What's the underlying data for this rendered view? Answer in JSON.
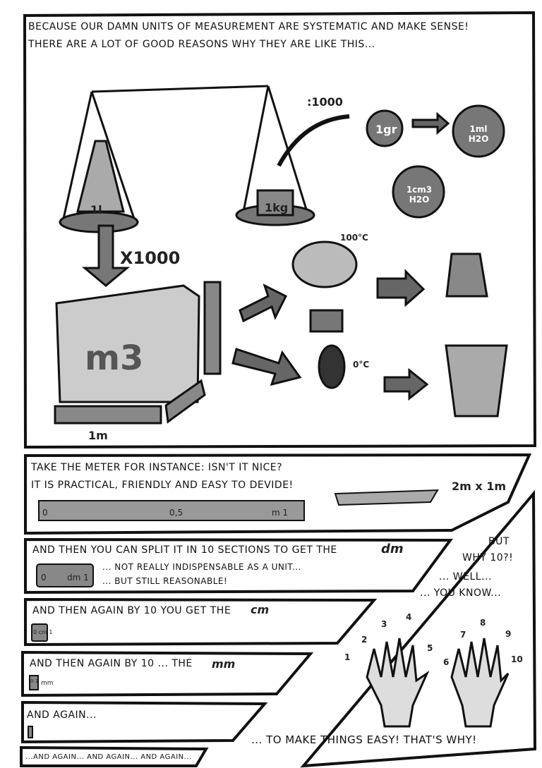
{
  "panel1": {
    "line1": "Because our damn units of measurement are systematic and make sense!",
    "line2": "There are a lot of good reasons why they are like this...",
    "flask_label": "1l",
    "weight_label": "1kg",
    "divide_label": ":1000",
    "gram_label": "1gr",
    "ml_label": "1ml H2O",
    "cm3_label": "1cm3 H2O",
    "multiply_label": "X1000",
    "cube_label": "m3",
    "side_label": "1m",
    "boil_label": "100°C",
    "freeze_label": "0°C"
  },
  "panel2": {
    "line1": "Take the meter for instance: isn't it nice?",
    "line2": "It is practical, friendly and easy to devide!",
    "ruler": [
      "0",
      "0,5",
      "m 1"
    ],
    "table_label": "2m x 1m"
  },
  "panel3": {
    "line1": "And then you can split it in 10 sections to get the",
    "unit": "dm",
    "ruler": [
      "0",
      "dm 1"
    ],
    "note1": "... not really indispensable as a unit...",
    "note2": "... but still reasonable!"
  },
  "panel4": {
    "line1": "And then again by 10 you get the",
    "unit": "cm",
    "ruler": "0 cm 1"
  },
  "panel5": {
    "line1": "And then again by 10 ... the",
    "unit": "mm",
    "ruler": "0 1",
    "ruler_unit": "mm"
  },
  "panel6": {
    "line1": "And again..."
  },
  "panel7": {
    "line1": "...and again... and again... and again..."
  },
  "panel8": {
    "q1": "But",
    "q2": "why 10?!",
    "a1": "... well...",
    "a2": "... you know...",
    "finger_numbers": [
      "1",
      "2",
      "3",
      "4",
      "5",
      "6",
      "7",
      "8",
      "9",
      "10"
    ],
    "conclusion": "... to make things easy! That's why!"
  }
}
